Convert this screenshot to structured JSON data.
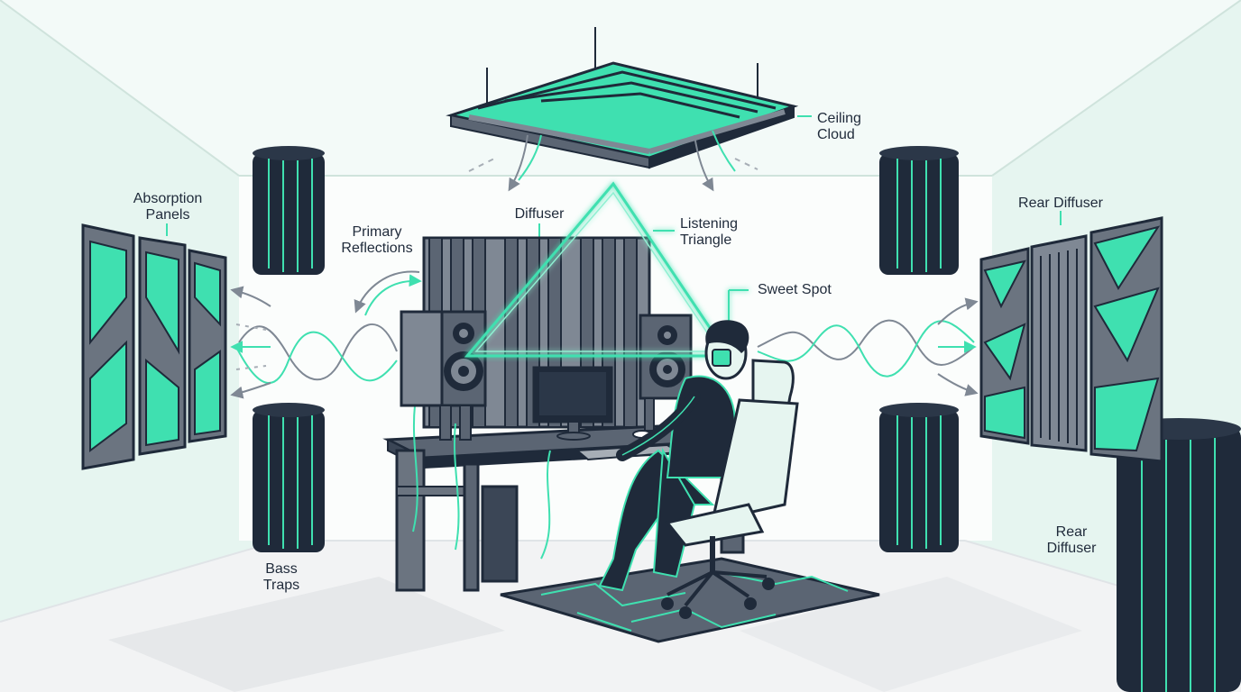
{
  "labels": {
    "ceiling_cloud": "Ceiling\nCloud",
    "absorption_panels": "Absorption\nPanels",
    "primary_reflections": "Primary\nReflections",
    "diffuser": "Diffuser",
    "listening_triangle": "Listening\nTriangle",
    "sweet_spot": "Sweet Spot",
    "rear_diffuser_top": "Rear Diffuser",
    "rear_diffuser_bottom": "Rear\nDiffuser",
    "bass_traps": "Bass\nTraps"
  },
  "colors": {
    "accent": "#3fe0b0",
    "navy": "#1f2a3a",
    "gray": "#7f8894",
    "light_gray": "#a7aeb6",
    "wall": "#e9f6f2",
    "back_wall": "#f8fbfa",
    "floor": "#f4f5f6"
  }
}
